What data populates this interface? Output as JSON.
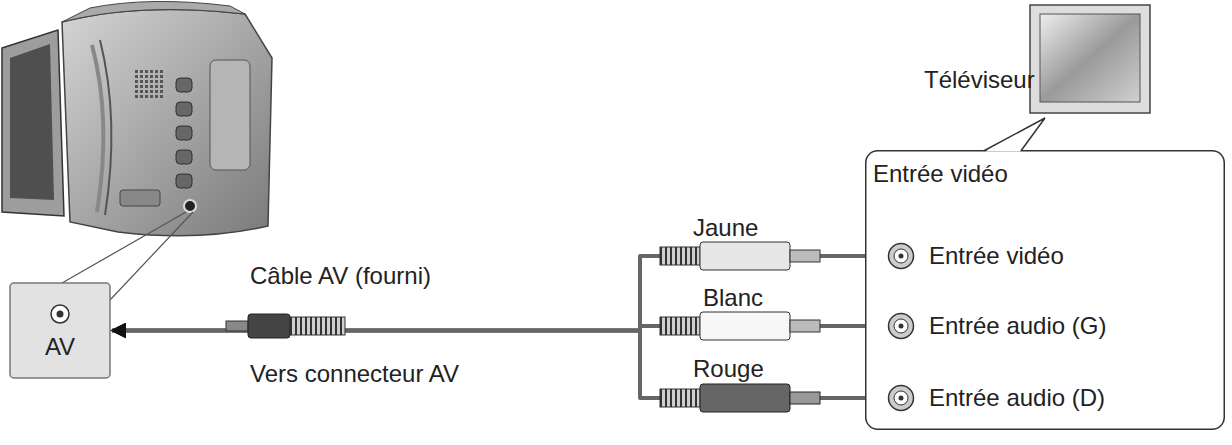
{
  "diagram": {
    "nodes": [
      {
        "text": [
          "AV"
        ]
      },
      {
        "text": [
          "Entrée vidéo"
        ]
      },
      {
        "text": [
          "Entrée vidéo"
        ],
        "in": 1
      },
      {
        "text": [
          "Entrée audio (G)"
        ],
        "in": 1
      },
      {
        "text": [
          "Entrée audio (D)"
        ],
        "in": 1
      }
    ],
    "edges": [
      {
        "from": 2,
        "to": 0,
        "arrow": "to",
        "label": "Jaune"
      },
      {
        "from": 3,
        "to": 0,
        "arrow": "to",
        "label": "Blanc"
      },
      {
        "from": 4,
        "to": 0,
        "arrow": "to",
        "label": "Rouge"
      }
    ],
    "labels": [
      "Téléviseur",
      "Câble AV (fourni)",
      "Vers connecteur AV"
    ]
  }
}
